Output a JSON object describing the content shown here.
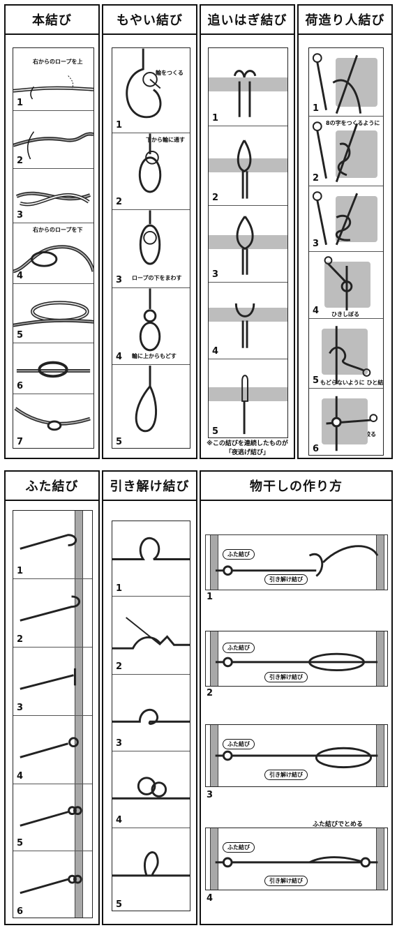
{
  "panels": {
    "honmusubi": {
      "title": "本結び",
      "steps": [
        "1",
        "2",
        "3",
        "4",
        "5",
        "6",
        "7"
      ],
      "note1": "右からのロープを上",
      "note4": "右からのロープを下"
    },
    "moyai": {
      "title": "もやい結び",
      "steps": [
        "1",
        "2",
        "3",
        "4",
        "5"
      ],
      "note1": "輪をつくる",
      "note2": "下から輪に通す",
      "note3": "ロープの下をまわす",
      "note4": "輪に上からもどす"
    },
    "oihagi": {
      "title": "追いはぎ結び",
      "steps": [
        "1",
        "2",
        "3",
        "4",
        "5"
      ],
      "footnote_line1": "※この結びを連続したものが",
      "footnote_line2": "「夜逃げ結び」"
    },
    "nizukuri": {
      "title": "荷造り人結び",
      "steps": [
        "1",
        "2",
        "3",
        "4",
        "5",
        "6"
      ],
      "note2": "8の字をつくるように",
      "note4": "ひきしぼる",
      "note5": "もどらないように ひと結び",
      "note6": "絞る"
    },
    "futa": {
      "title": "ふた結び",
      "steps": [
        "1",
        "2",
        "3",
        "4",
        "5",
        "6"
      ]
    },
    "hikitoke": {
      "title": "引き解け結び",
      "steps": [
        "1",
        "2",
        "3",
        "4",
        "5"
      ]
    },
    "monohoshi": {
      "title": "物干しの作り方",
      "steps": [
        "1",
        "2",
        "3",
        "4"
      ],
      "label_futa": "ふた結び",
      "label_hiki": "引き解け結び",
      "note4": "ふた結びでとめる"
    }
  }
}
